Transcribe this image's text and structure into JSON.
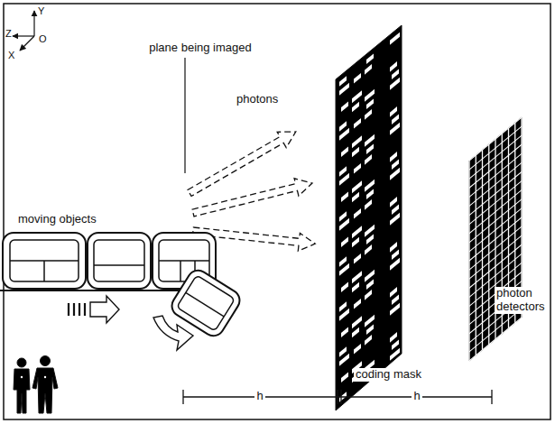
{
  "diagram": {
    "labels": [
      "plane being imaged",
      "photons",
      "moving objects",
      "coding mask",
      "photon detectors",
      "h",
      "h",
      "Y",
      "Z",
      "X",
      "O"
    ]
  }
}
